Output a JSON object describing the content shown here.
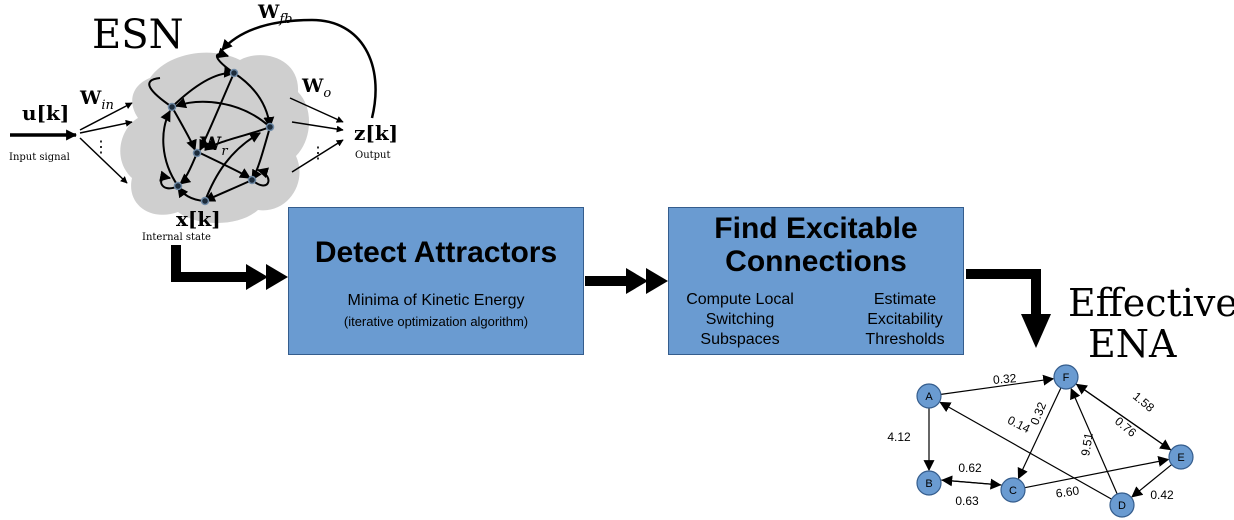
{
  "esn": {
    "title": "ESN",
    "w_fb": "W",
    "w_fb_sub": "fb",
    "w_in": "W",
    "w_in_sub": "in",
    "w_o": "W",
    "w_o_sub": "o",
    "w_r": "W",
    "w_r_sub": "r",
    "input_var": "u[k]",
    "input_label": "Input signal",
    "output_var": "z[k]",
    "output_label": "Output",
    "state_var": "x[k]",
    "state_label": "Internal state",
    "dots": "⋮"
  },
  "box1": {
    "title": "Detect Attractors",
    "line1": "Minima of Kinetic Energy",
    "line2": "(iterative optimization algorithm)"
  },
  "box2": {
    "title_line1": "Find Excitable",
    "title_line2": "Connections",
    "left_lines": [
      "Compute Local",
      "Switching",
      "Subspaces"
    ],
    "right_lines": [
      "Estimate",
      "Excitability",
      "Thresholds"
    ]
  },
  "result": {
    "line1": "Effective",
    "line2": "ENA"
  },
  "graph": {
    "nodes": [
      "A",
      "B",
      "C",
      "D",
      "E",
      "F"
    ],
    "edges": [
      {
        "from": "A",
        "to": "F",
        "label": "0.32"
      },
      {
        "from": "A",
        "to": "B",
        "label": "4.12"
      },
      {
        "from": "B",
        "to": "C",
        "label": "0.62"
      },
      {
        "from": "C",
        "to": "B",
        "label": "0.63"
      },
      {
        "from": "F",
        "to": "C",
        "label": "0.32"
      },
      {
        "from": "D",
        "to": "A",
        "label": "0.14"
      },
      {
        "from": "D",
        "to": "F",
        "label": "9.51"
      },
      {
        "from": "C",
        "to": "E",
        "label": "6.60"
      },
      {
        "from": "E",
        "to": "D",
        "label": "0.42"
      },
      {
        "from": "F",
        "to": "E",
        "label": "0.76"
      },
      {
        "from": "E",
        "to": "F",
        "label": "1.58"
      }
    ]
  }
}
